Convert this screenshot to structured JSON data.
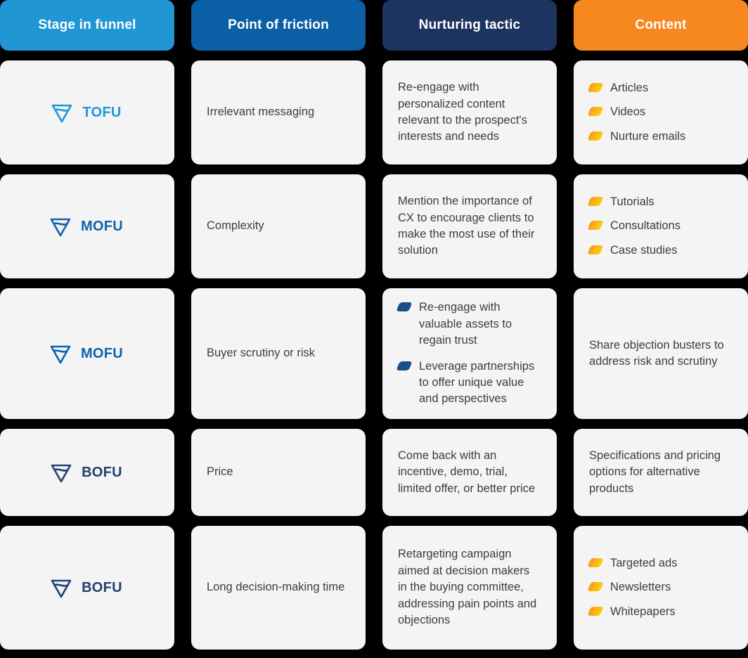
{
  "headers": [
    {
      "label": "Stage in funnel",
      "color": "#2196d4"
    },
    {
      "label": "Point of friction",
      "color": "#0b5fa5"
    },
    {
      "label": "Nurturing tactic",
      "color": "#1e3460"
    },
    {
      "label": "Content",
      "color": "#f7871f"
    }
  ],
  "colors": {
    "tofu_blue": "#1c9ad6",
    "mofu_blue": "#0e62ad",
    "bofu_blue": "#24416e",
    "bullet_orange": "#f9a51a",
    "bullet_blue": "#1b4f82",
    "cell_bg": "#f4f4f5",
    "page_bg": "#000000",
    "body_text": "#3d3d42"
  },
  "rows": [
    {
      "stage": {
        "label": "TOFU",
        "icon": "funnel-icon",
        "color": "#1c9ad6"
      },
      "friction": {
        "type": "text",
        "text": "Irrelevant messaging"
      },
      "tactic": {
        "type": "text",
        "text": "Re-engage with personalized content relevant to the prospect's interests and needs"
      },
      "content": {
        "type": "list",
        "bullet": "orange-leaf-bullet",
        "items": [
          "Articles",
          "Videos",
          "Nurture emails"
        ]
      }
    },
    {
      "stage": {
        "label": "MOFU",
        "icon": "funnel-icon",
        "color": "#0e62ad"
      },
      "friction": {
        "type": "text",
        "text": "Complexity"
      },
      "tactic": {
        "type": "text",
        "text": "Mention the importance of CX to encourage clients to make the most use of their solution"
      },
      "content": {
        "type": "list",
        "bullet": "orange-leaf-bullet",
        "items": [
          "Tutorials",
          "Consultations",
          "Case studies"
        ]
      }
    },
    {
      "stage": {
        "label": "MOFU",
        "icon": "funnel-icon",
        "color": "#0e62ad"
      },
      "friction": {
        "type": "text",
        "text": "Buyer scrutiny or risk"
      },
      "tactic": {
        "type": "list",
        "bullet": "blue-leaf-bullet",
        "items": [
          "Re-engage with valuable assets to regain trust",
          "Leverage  partnerships to offer unique value and perspectives"
        ]
      },
      "content": {
        "type": "text",
        "text": "Share objection busters to address risk and scrutiny"
      }
    },
    {
      "stage": {
        "label": "BOFU",
        "icon": "funnel-icon",
        "color": "#24416e"
      },
      "friction": {
        "type": "text",
        "text": "Price"
      },
      "tactic": {
        "type": "text",
        "text": "Come back with an incentive, demo, trial, limited offer, or better price"
      },
      "content": {
        "type": "text",
        "text": "Specifications and pricing options for alternative products"
      }
    },
    {
      "stage": {
        "label": "BOFU",
        "icon": "funnel-icon",
        "color": "#24416e"
      },
      "friction": {
        "type": "text",
        "text": "Long decision-making time"
      },
      "tactic": {
        "type": "text",
        "text": "Retargeting campaign aimed at decision makers in the buying committee, addressing pain points and objections"
      },
      "content": {
        "type": "list",
        "bullet": "orange-leaf-bullet",
        "items": [
          "Targeted ads",
          "Newsletters",
          "Whitepapers"
        ]
      }
    }
  ]
}
